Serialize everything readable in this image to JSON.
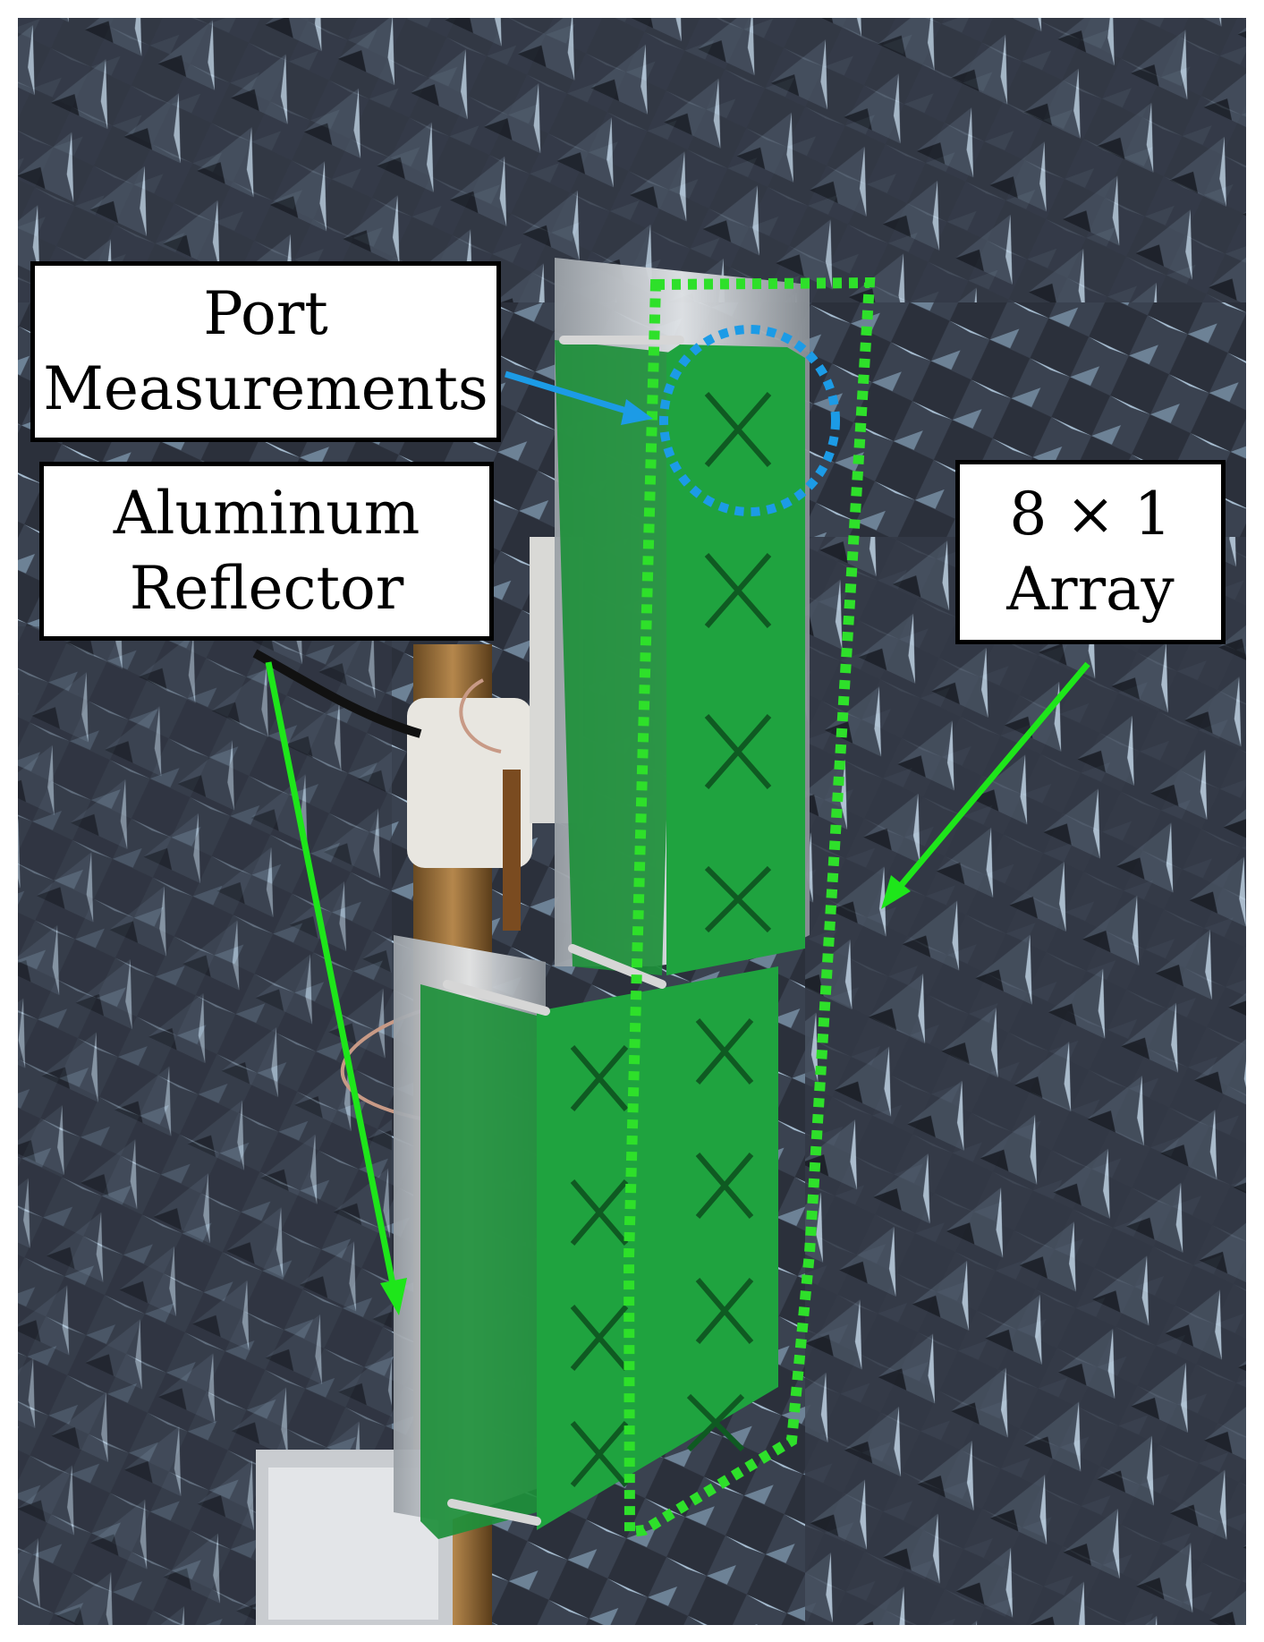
{
  "labels": {
    "port": {
      "line1": "Port",
      "line2": "Measurements"
    },
    "aluminum": {
      "line1": "Aluminum",
      "line2": "Reflector"
    },
    "array": {
      "line1": "8 × 1",
      "line2": "Array"
    }
  },
  "colors": {
    "arrow_port": "#1c9be6",
    "arrow_green": "#1ee61a",
    "outline_array": "#2ee02a",
    "outline_port": "#1c9be6",
    "pcb": "#1f9a3c",
    "foam_dark": "#2a2f3a",
    "foam_light": "#9fb7cc"
  }
}
